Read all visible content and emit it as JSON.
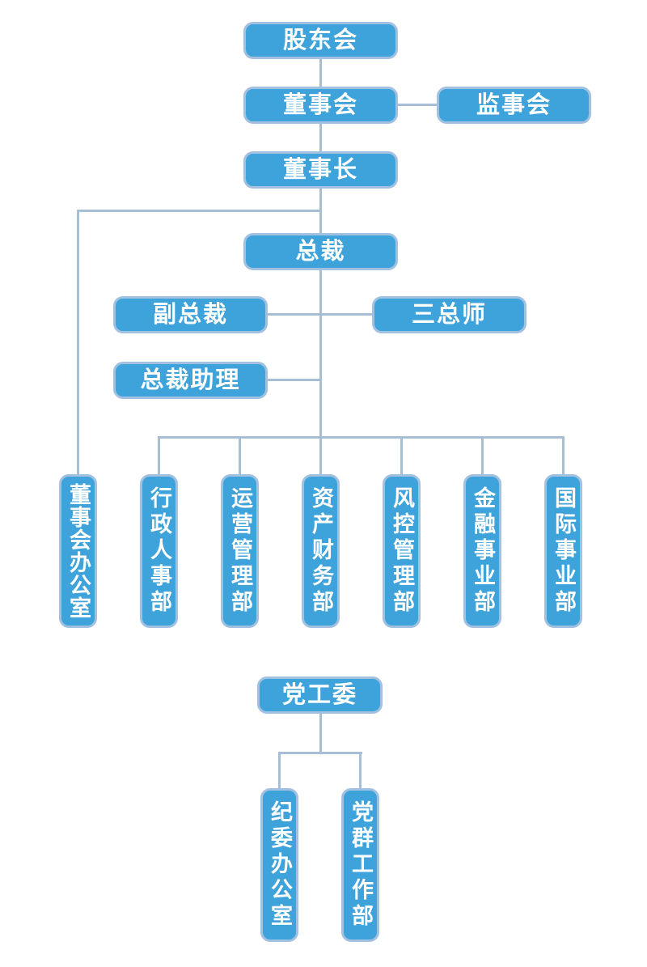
{
  "diagram": {
    "kind": "organization-chart",
    "nodes": {
      "shareholders": {
        "label": "股东会"
      },
      "board": {
        "label": "董事会"
      },
      "supervisory": {
        "label": "监事会"
      },
      "chairman": {
        "label": "董事长"
      },
      "president": {
        "label": "总裁"
      },
      "vice_president": {
        "label": "副总裁"
      },
      "three_chiefs": {
        "label": "三总师"
      },
      "president_assistant": {
        "label": "总裁助理"
      },
      "board_office": {
        "label": "董事会办公室"
      },
      "admin_hr": {
        "label": "行政人事部"
      },
      "operations": {
        "label": "运营管理部"
      },
      "asset_finance": {
        "label": "资产财务部"
      },
      "risk_control": {
        "label": "风控管理部"
      },
      "finance_business": {
        "label": "金融事业部"
      },
      "international": {
        "label": "国际事业部"
      },
      "party_committee": {
        "label": "党工委"
      },
      "discipline_office": {
        "label": "纪委办公室"
      },
      "party_mass_work": {
        "label": "党群工作部"
      }
    },
    "edges": [
      [
        "股东会",
        "董事会"
      ],
      [
        "董事会",
        "监事会"
      ],
      [
        "董事会",
        "董事长"
      ],
      [
        "董事长",
        "总裁"
      ],
      [
        "董事长",
        "董事会办公室"
      ],
      [
        "总裁",
        "副总裁"
      ],
      [
        "总裁",
        "三总师"
      ],
      [
        "总裁",
        "总裁助理"
      ],
      [
        "总裁",
        "行政人事部"
      ],
      [
        "总裁",
        "运营管理部"
      ],
      [
        "总裁",
        "资产财务部"
      ],
      [
        "总裁",
        "风控管理部"
      ],
      [
        "总裁",
        "金融事业部"
      ],
      [
        "总裁",
        "国际事业部"
      ],
      [
        "党工委",
        "纪委办公室"
      ],
      [
        "党工委",
        "党群工作部"
      ]
    ]
  },
  "colors": {
    "box_fill": "#3FA3DB",
    "box_border": "#A2C1E1",
    "connector": "#A8BED7",
    "text": "#FFFFFF",
    "bg": "#FFFFFF"
  }
}
